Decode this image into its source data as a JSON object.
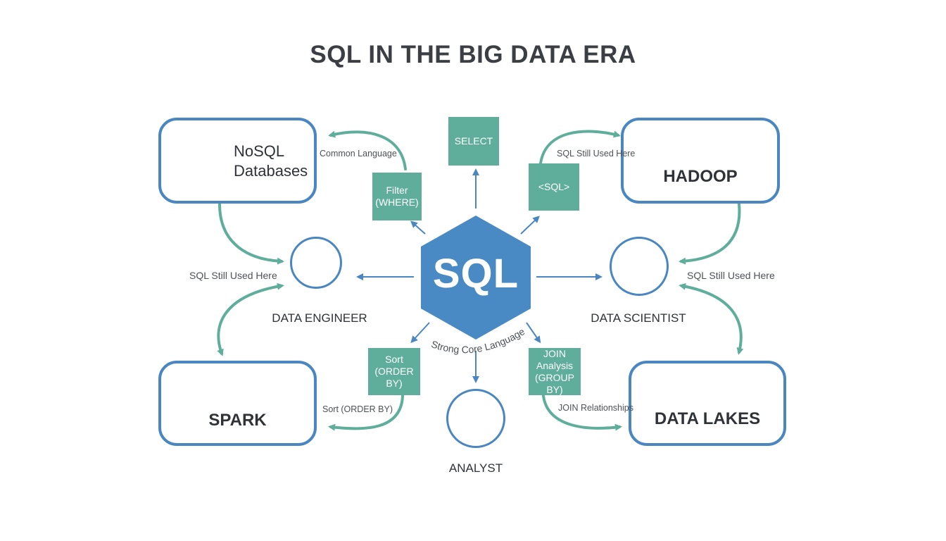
{
  "title": "SQL IN THE BIG DATA ERA",
  "colors": {
    "box_border": "#4a86c0",
    "teal": "#5fae9b",
    "hexagon": "#4a8ac4",
    "text": "#2f3338"
  },
  "center": {
    "label": "SQL",
    "arc_caption": "Strong Core Language"
  },
  "systems": {
    "nosql": {
      "line1": "NoSQL",
      "line2": "Databases",
      "icon": "ns-logo-icon"
    },
    "hadoop": {
      "label": "HADOOP",
      "icon": "elephant-icon"
    },
    "spark": {
      "label": "SPARK",
      "icon": "flame-icon"
    },
    "data_lakes": {
      "label": "DATA LAKES",
      "icon": "swirl-icon"
    }
  },
  "operations": {
    "select": "SELECT",
    "filter_line1": "Filter",
    "filter_line2": "(WHERE)",
    "sql_tag": "<SQL>",
    "sort_line1": "Sort",
    "sort_line2": "(ORDER BY)",
    "join_line1": "JOIN",
    "join_line2": "Analysis",
    "join_line3": "(GROUP BY)"
  },
  "roles": {
    "engineer": "DATA ENGINEER",
    "scientist": "DATA SCIENTIST",
    "analyst": "ANALYST"
  },
  "captions": {
    "common_language": "Common Language",
    "sql_used_hadoop": "SQL Still Used Here",
    "sql_used_engineer": "SQL Still Used Here",
    "sql_used_scientist": "SQL Still Used Here",
    "sort_order_by": "Sort (ORDER BY)",
    "join_relationships": "JOIN Relationships"
  }
}
